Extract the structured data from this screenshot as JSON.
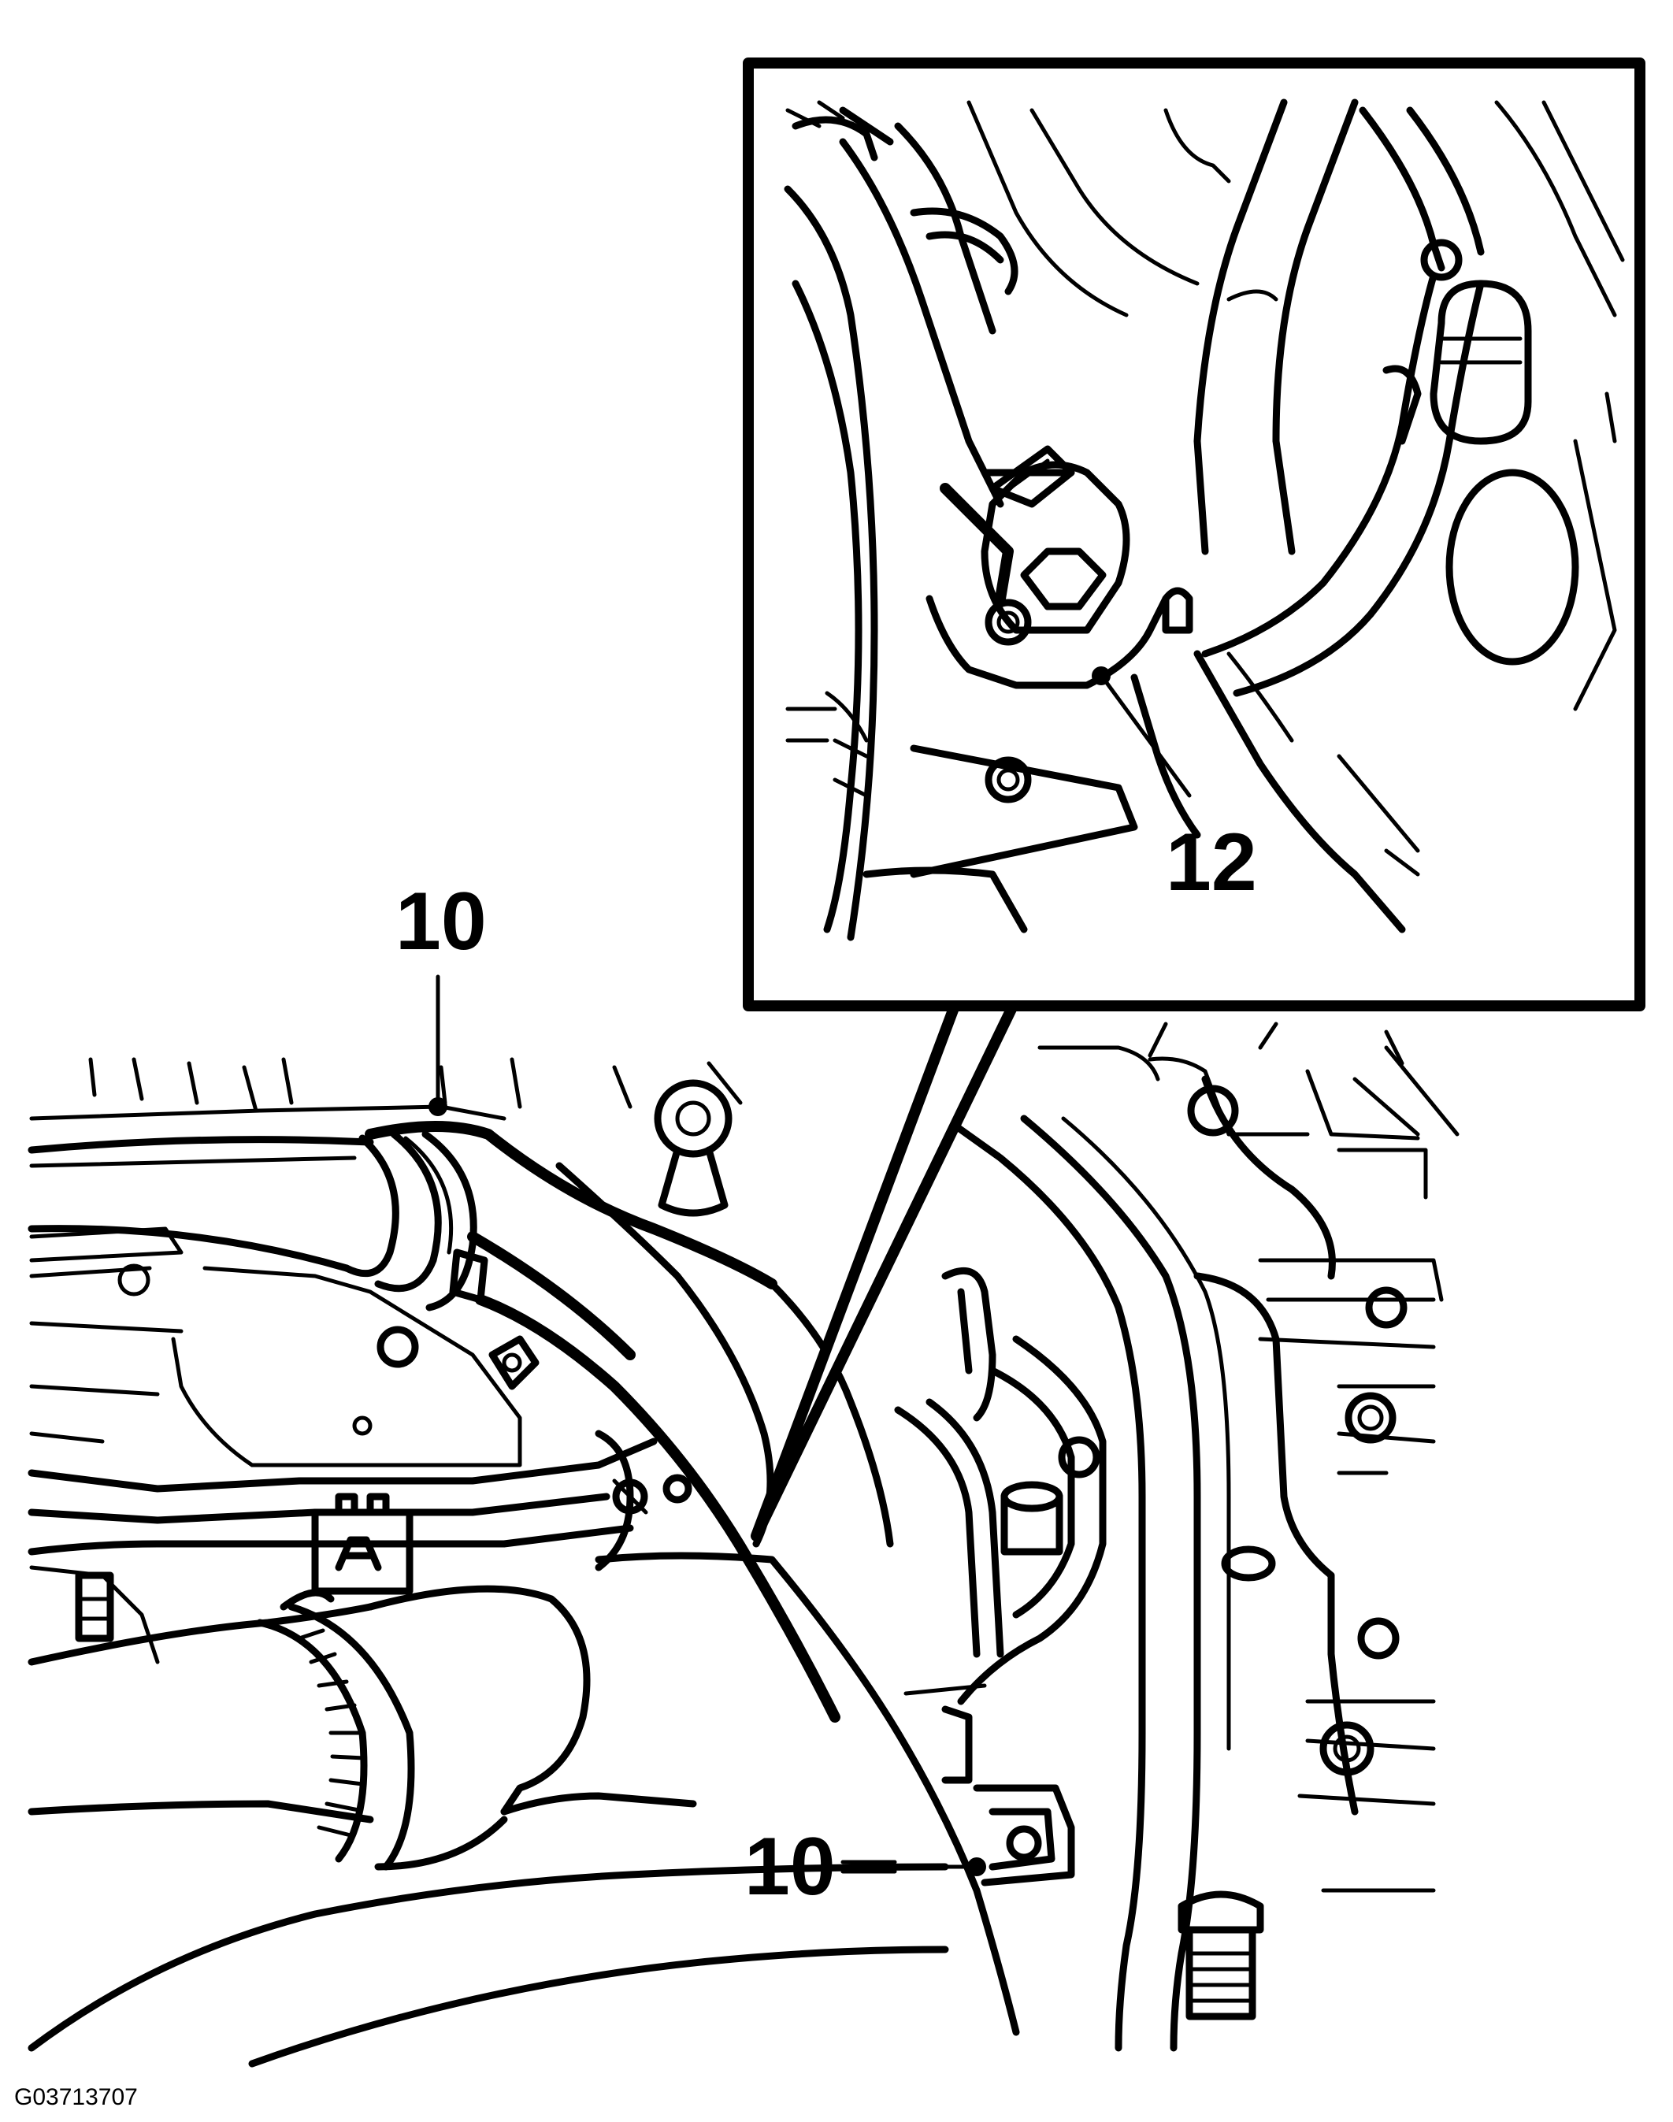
{
  "callouts": {
    "top_left": "10",
    "bottom": "10",
    "inset": "12"
  },
  "figure_id": "G03713707"
}
